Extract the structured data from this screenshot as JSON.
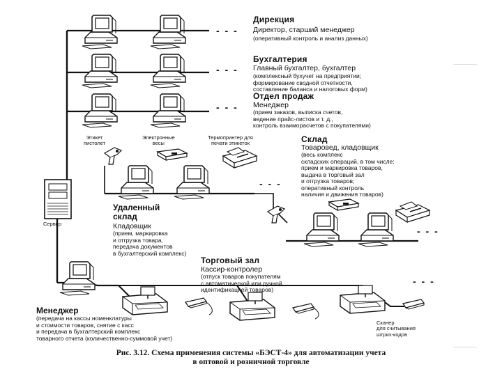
{
  "sections": {
    "direction": {
      "title": "Дирекция",
      "role": "Директор, старший менеджер",
      "desc": "(оперативный контроль и анализ данных)"
    },
    "accounting": {
      "title": "Бухгалтерия",
      "role": "Главный бухгалтер, бухгалтер",
      "desc": "(комплексный бухучет на предприятии;\nформирование сводной отчетности,\nсоставление баланса и налоговых форм)"
    },
    "sales": {
      "title": "Отдел продаж",
      "role": "Менеджер",
      "desc": "(прием заказов, выписка счетов,\nведение прайс-листов и т. д.,\nконтроль взаиморасчетов с покупателями)"
    },
    "warehouse": {
      "title": "Склад",
      "role": "Товаровед, кладовщик",
      "desc": "(весь комплекс\nскладских операций, в том числе:\nприем и маркировка товаров,\nвыдача в торговый зал\nи отгрузка товаров;\nоперативный контроль\nналичия и движения товаров)"
    },
    "remote": {
      "title": "Удаленный\nсклад",
      "role": "Кладовщик",
      "desc": "(прием, маркировка\nи отгрузка товара,\nпередача документов\nв бухгалтерский комплекс)"
    },
    "hall": {
      "title": "Торговый зал",
      "role": "Кассир-контролер",
      "desc": "(отпуск товаров покупателям\nс автоматической или ручной\nидентификацией товаров)"
    },
    "manager": {
      "title": "Менеджер",
      "desc": "(передача на кассы номенклатуры\nи стоимости товаров, снятие с касс\nи передача в бухгалтерский комплекс\nтоварного отчета (количественно-суммовой учет)"
    }
  },
  "devices": {
    "label_gun": "Этикет\nпистолет",
    "scales": "Электронные\nвесы",
    "thermo_printer": "Термопринтер для\nпечати этикеток",
    "scanner": "Сканер\nдля считывания\nштрих-кодов",
    "server": "Сервер"
  },
  "continuation": "- - -",
  "caption": "Рис. 3.12. Схема применения системы «БЭСТ-4» для автоматизации учета\nв оптовой и розничной торговле"
}
